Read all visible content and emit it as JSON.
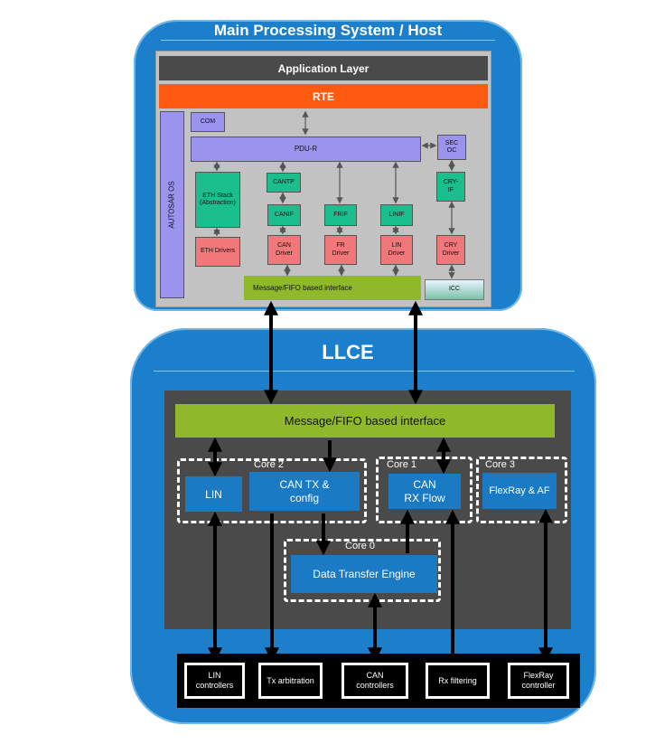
{
  "host": {
    "title": "Main Processing System / Host",
    "application_layer": "Application Layer",
    "rte": "RTE",
    "autosar_os": "AUTOSAR OS",
    "com": "COM",
    "pdur": "PDU-R",
    "secoc": "SEC\nOC",
    "eth_stack": "ETH Stack\n(Abstraction)",
    "eth_drivers": "ETH Drivers",
    "cantp": "CANTP",
    "canif": "CANIF",
    "can_driver": "CAN\nDriver",
    "frif": "FRIF",
    "fr_driver": "FR\nDriver",
    "linif": "LINIF",
    "lin_driver": "LIN\nDriver",
    "cryif": "CRY-\nIF",
    "cry_driver": "CRY\nDriver",
    "fifo": "Message/FIFO based interface",
    "icc": "ICC"
  },
  "llce": {
    "title": "LLCE",
    "fifo": "Message/FIFO based  interface",
    "core2": "Core 2",
    "core1": "Core 1",
    "core3": "Core 3",
    "core0": "Core 0",
    "lin": "LIN",
    "can_tx": "CAN TX &\nconfig",
    "can_rx": "CAN\nRX Flow",
    "flexray_af": "FlexRay & AF",
    "dte": "Data Transfer Engine"
  },
  "controllers": {
    "lin": "LIN\ncontrollers",
    "tx_arb": "Tx arbitration",
    "can": "CAN\ncontrollers",
    "rx_filter": "Rx filtering",
    "flexray": "FlexRay\ncontroller"
  },
  "colors": {
    "frame_blue": "#1b7fcb",
    "gray_area": "#c0c0c0",
    "dark_gray": "#4a4a4a",
    "rte_orange": "#ff5a10",
    "lavender": "#9b93ee",
    "teal": "#1bbf8e",
    "salmon": "#f2777b",
    "lime": "#8fb92a",
    "core_blue": "#1a7ac4"
  }
}
